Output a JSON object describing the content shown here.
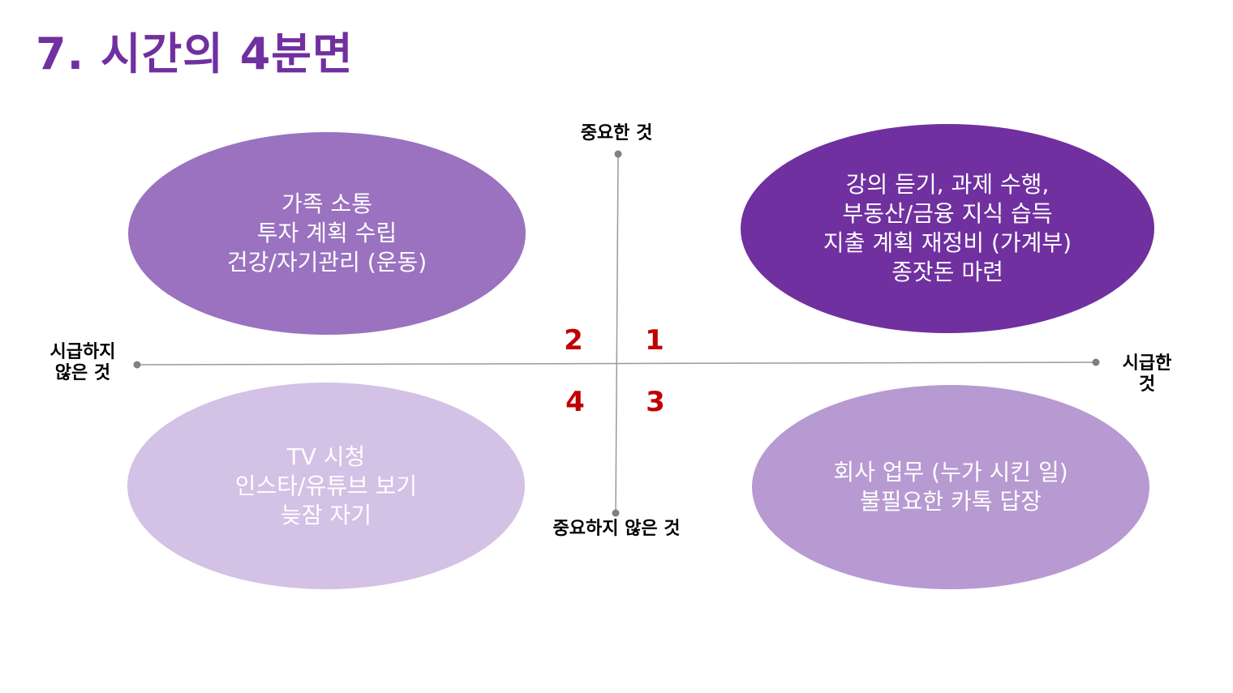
{
  "title": "7. 시간의 4분면",
  "axes": {
    "top": "중요한 것",
    "bottom": "중요하지 않은 것",
    "left": "시급하지 않은 것",
    "right": "시급한 것"
  },
  "quadrant_numbers": {
    "q1": "1",
    "q2": "2",
    "q3": "3",
    "q4": "4"
  },
  "quadrants": {
    "q1": {
      "color": "#7030a0",
      "lines": [
        "강의 듣기, 과제 수행,",
        "부동산/금융 지식 습득",
        "지출 계획 재정비 (가계부)",
        "종잣돈 마련"
      ]
    },
    "q2": {
      "color": "#9a72bf",
      "lines": [
        "가족 소통",
        "투자 계획 수립",
        "건강/자기관리 (운동)"
      ]
    },
    "q3": {
      "color": "#b79ad1",
      "lines": [
        "회사 업무 (누가 시킨 일)",
        "불필요한 카톡 답장"
      ]
    },
    "q4": {
      "color": "#d4c1e6",
      "lines": [
        "TV 시청",
        "인스타/유튜브 보기",
        "늦잠 자기"
      ]
    }
  },
  "colors": {
    "title": "#7030a0",
    "quadrant_number": "#c00000",
    "axis_line": "#808080"
  }
}
